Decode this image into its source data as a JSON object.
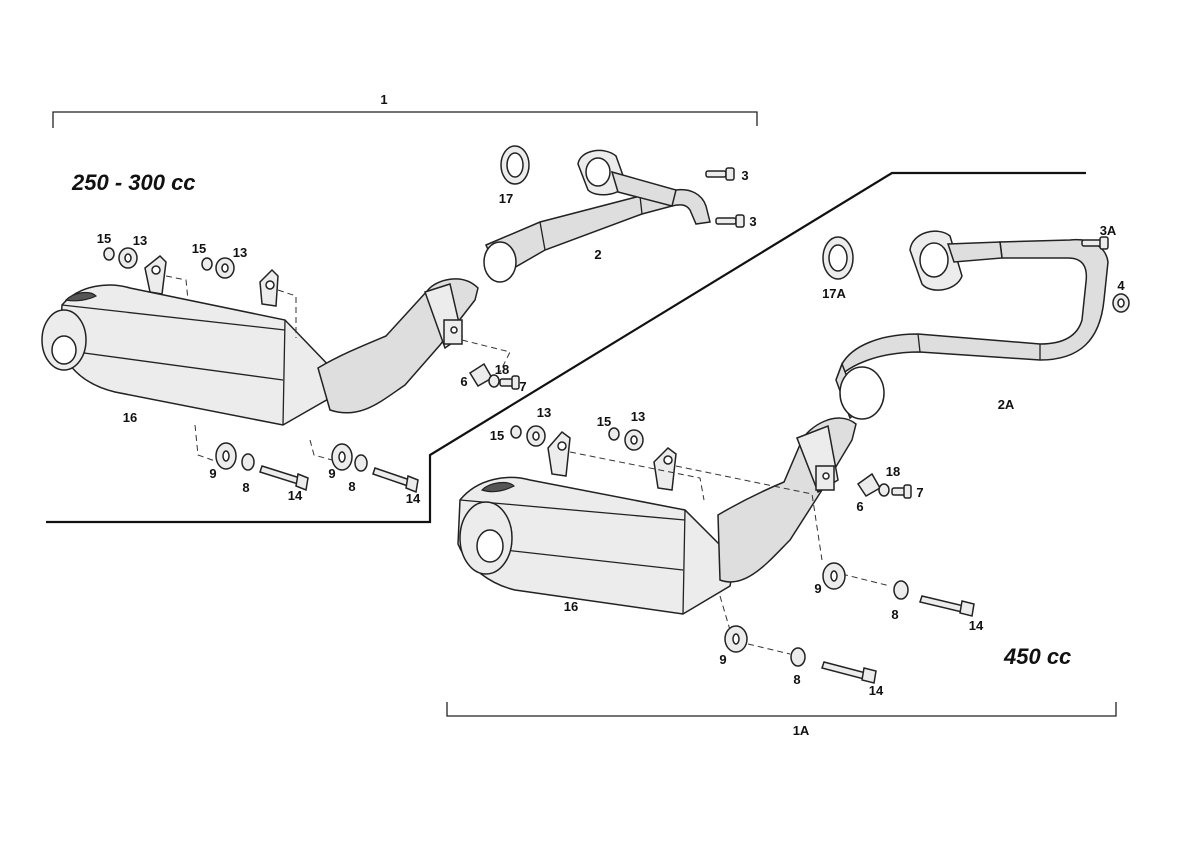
{
  "titles": {
    "small_engine": "250 - 300 cc",
    "large_engine": "450 cc"
  },
  "assemblies": {
    "top": "1",
    "bottom": "1A"
  },
  "callouts": {
    "top": {
      "gasket": "17",
      "bolt_a": "3",
      "bolt_b": "3",
      "header": "2",
      "washer_l": "15",
      "grommet_l": "13",
      "washer_r": "15",
      "grommet_r": "13",
      "bracket": "6",
      "spacer": "18",
      "screw": "7",
      "silencer": "16",
      "rubber_l": "9",
      "flat_l": "8",
      "long_bolt_l": "14",
      "rubber_r": "9",
      "flat_r": "8",
      "long_bolt_r": "14"
    },
    "bottom": {
      "gasket": "17A",
      "bolt": "3A",
      "nut": "4",
      "header": "2A",
      "washer_l": "15",
      "grommet_l": "13",
      "washer_r": "15",
      "grommet_r": "13",
      "spacer": "18",
      "screw": "7",
      "bracket": "6",
      "silencer": "16",
      "rubber_a": "9",
      "flat_a": "8",
      "long_bolt_a": "14",
      "rubber_b": "9",
      "flat_b": "8",
      "long_bolt_b": "14"
    }
  }
}
